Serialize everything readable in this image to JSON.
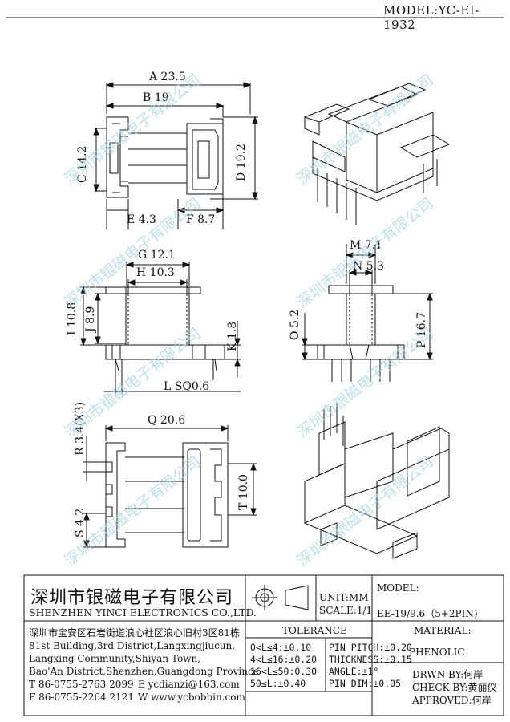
{
  "header": {
    "model": "MODEL:YC-EI-1932"
  },
  "dimensions": {
    "a": "A 23.5",
    "b": "B 19",
    "c": "C 14.2",
    "d": "D 19.2",
    "e": "E 4.3",
    "f": "F 8.7",
    "g": "G 12.1",
    "h": "H 10.3",
    "i": "I 10.8",
    "j": "J 8.9",
    "k": "K 1.8",
    "l": "L SQ0.6",
    "m": "M 7.1",
    "n": "N 5.3",
    "o": "O 5.2",
    "p": "P 16.7",
    "q": "Q 20.6",
    "r": "R 3.4(X3)",
    "s": "S 4.2",
    "t": "T 10.0"
  },
  "watermark": {
    "text": "深圳市银磁电子有限公司"
  },
  "title_block": {
    "company_cn": "深圳市银磁电子有限公司",
    "company_en": "SHENZHEN YINCI ELECTRONICS CO.,LTD.",
    "unit": "UNIT:MM",
    "scale": "SCALE:1/1",
    "model_label": "MODEL:",
    "model_value": "EE-19/9.6（5+2PIN)",
    "address_lines": [
      "深圳市宝安区石岩街道浪心社区浪心旧村3区81栋",
      "81st Building,3rd District,Langxingjiucun,",
      "Langxing Community,Shiyan Town,",
      "Bao'An District,Shenzhen,Guangdong Province"
    ],
    "tel": "T 86-0755-2763 2099",
    "email": "E ycdianzi@163.com",
    "fax": "F 86-0755-2264 2121",
    "web": "W www.ycbobbin.com",
    "tolerance_title": "TOLERANCE",
    "tolerance_rows": [
      "0<L≤4:±0.10",
      "4<L≤16:±0.20",
      "16<L≤50:0.30",
      "50≤L:±0.40"
    ],
    "pin_rows": [
      "PIN PITCH:±0.20",
      "THICKNESS:±0.15",
      "ANGLE:±1°",
      "PIN DIM:±0.05"
    ],
    "material_label": "MATERIAL:",
    "material_value": "PHENOLIC",
    "drawn": "DRWN BY:何岸",
    "check": "CHECK BY:黄丽仪",
    "approved": "APPROVED:何岸"
  }
}
